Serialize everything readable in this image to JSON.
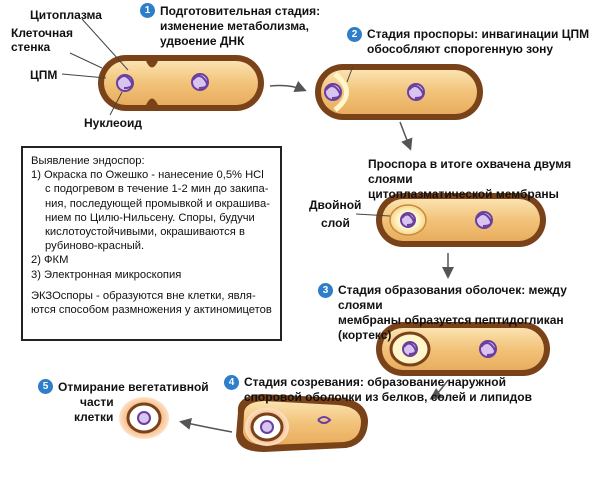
{
  "labels": {
    "cytoplasm": "Цитоплазма",
    "cell_wall_1": "Клеточная",
    "cell_wall_2": "стенка",
    "cpm": "ЦПМ",
    "nucleoid": "Нуклеоид",
    "double_layer_1": "Двойной",
    "double_layer_2": "слой"
  },
  "steps": [
    {
      "number": "1",
      "lines": [
        "Подготовительная стадия:",
        "изменение метаболизма,",
        "удвоение ДНК"
      ]
    },
    {
      "number": "2",
      "lines": [
        "Стадия проспоры: инвагинации ЦПМ",
        "обособляют спорогенную зону"
      ]
    },
    {
      "number": "",
      "lines": [
        "Проспора в итоге охвачена двумя слоями",
        "цитоплазматической мембраны"
      ]
    },
    {
      "number": "3",
      "lines": [
        "Стадия образования оболочек: между слоями",
        "мембраны образуется пептидогликан (кортекс)"
      ]
    },
    {
      "number": "4",
      "lines": [
        "Стадия созревания: образование наружной",
        "споровой оболочки из белков, солей и липидов"
      ]
    },
    {
      "number": "5",
      "lines": [
        "Отмирание вегетативной",
        "части",
        "клетки"
      ]
    }
  ],
  "info": {
    "title": "Выявление эндоспор:",
    "item1": [
      "1) Окраска по Ожешко - нанесение 0,5% HCl",
      "с подогревом в течение 1-2 мин до закипа-",
      "ния, последующей промывкой и окрашива-",
      "нием по Цилю-Нильсену. Споры, будучи",
      "кислотоустойчивыми, окрашиваются в",
      "рубиново-красный."
    ],
    "item2": "2) ФКМ",
    "item3": "3) Электронная микроскопия",
    "exo": [
      "ЭКЗОспоры - образуются вне клетки, явля-",
      "ются способом размножения у актиномицетов"
    ]
  },
  "colors": {
    "wall": "#7a4218",
    "cytoplasm": "#f2c37a",
    "cytoplasm_light": "#fbe3b0",
    "nucleoid": "#6a3fa0",
    "step_badge": "#2f7ec9",
    "spore_core": "#ffffff",
    "spore_ring": "#f0a05a"
  }
}
